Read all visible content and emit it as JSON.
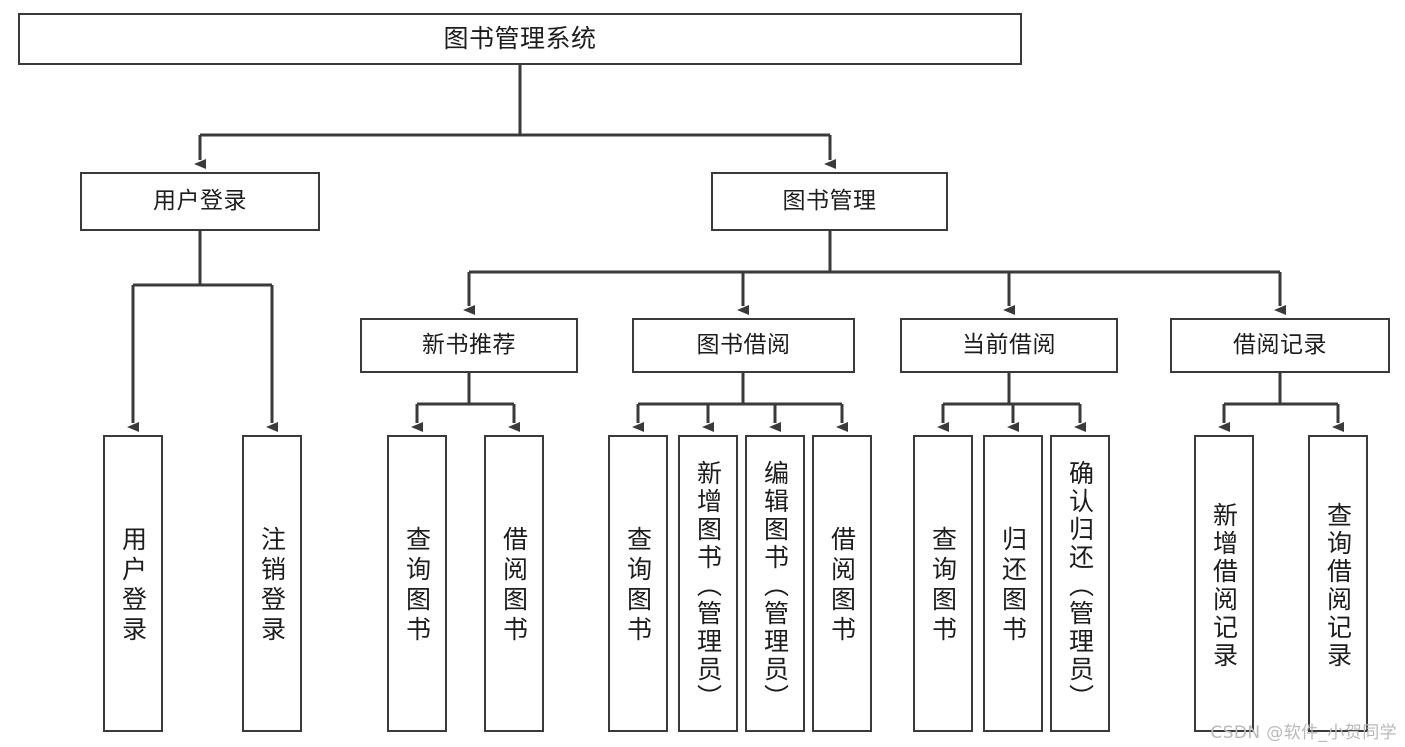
{
  "diagram": {
    "title": "图书管理系统",
    "type": "tree-hierarchy",
    "root": {
      "id": "root",
      "label": "图书管理系统"
    },
    "level2": [
      {
        "id": "user-login",
        "label": "用户登录"
      },
      {
        "id": "book-manage",
        "label": "图书管理"
      }
    ],
    "level3": [
      {
        "id": "new-book-recommend",
        "label": "新书推荐"
      },
      {
        "id": "book-borrow",
        "label": "图书借阅"
      },
      {
        "id": "current-borrow",
        "label": "当前借阅"
      },
      {
        "id": "borrow-record",
        "label": "借阅记录"
      }
    ],
    "leaves": [
      {
        "id": "leaf-user-login",
        "parent": "user-login",
        "label": "用户登录"
      },
      {
        "id": "leaf-user-logout",
        "parent": "user-login",
        "label": "注销登录"
      },
      {
        "id": "leaf-query-book-1",
        "parent": "new-book-recommend",
        "label": "查询图书"
      },
      {
        "id": "leaf-borrow-book-1",
        "parent": "new-book-recommend",
        "label": "借阅图书"
      },
      {
        "id": "leaf-query-book-2",
        "parent": "book-borrow",
        "label": "查询图书"
      },
      {
        "id": "leaf-add-book",
        "parent": "book-borrow",
        "label": "新增图书（管理员）"
      },
      {
        "id": "leaf-edit-book",
        "parent": "book-borrow",
        "label": "编辑图书（管理员）"
      },
      {
        "id": "leaf-borrow-book-2",
        "parent": "book-borrow",
        "label": "借阅图书"
      },
      {
        "id": "leaf-query-book-3",
        "parent": "current-borrow",
        "label": "查询图书"
      },
      {
        "id": "leaf-return-book",
        "parent": "current-borrow",
        "label": "归还图书"
      },
      {
        "id": "leaf-confirm-return",
        "parent": "current-borrow",
        "label": "确认归还（管理员）"
      },
      {
        "id": "leaf-add-record",
        "parent": "borrow-record",
        "label": "新增借阅记录"
      },
      {
        "id": "leaf-query-record",
        "parent": "borrow-record",
        "label": "查询借阅记录"
      }
    ],
    "colors": {
      "box_border": "#3a3a3a",
      "box_fill": "#ffffff",
      "line": "#3a3a3a",
      "text": "#1d1d1d",
      "watermark": "#b9b9b9"
    }
  },
  "watermark": {
    "text": "CSDN @软件_小贺同学"
  }
}
